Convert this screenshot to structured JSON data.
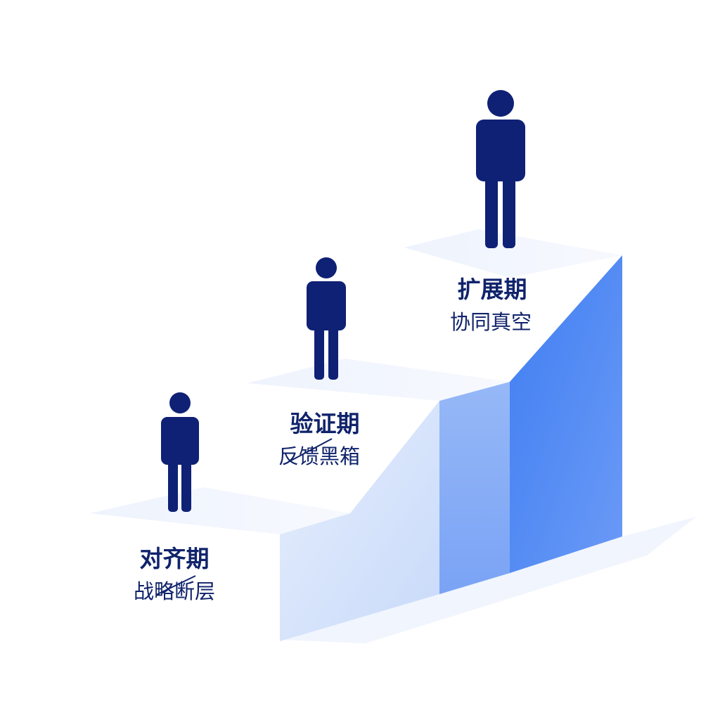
{
  "colors": {
    "text": "#10236b",
    "figure": "#0f2175",
    "tread": "#eaf1fd",
    "riser_light": "#dbe6fb",
    "riser_mid": "#8fb1f6",
    "riser_dark": "#4f86f2"
  },
  "steps": [
    {
      "name": "对齐期",
      "issue": "战略断层",
      "icon": "person-icon"
    },
    {
      "name": "验证期",
      "issue": "反馈黑箱",
      "icon": "person-icon"
    },
    {
      "name": "扩展期",
      "issue": "协同真空",
      "icon": "person-icon"
    }
  ]
}
